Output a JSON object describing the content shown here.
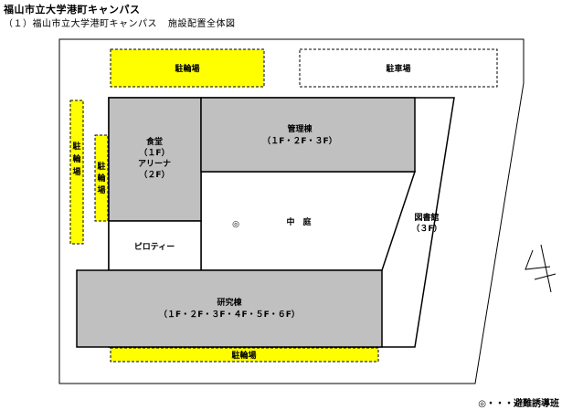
{
  "header": {
    "title": "福山市立大学港町キャンパス",
    "subtitle_prefix": "（１）福山市立大学港町キャンパス",
    "subtitle_suffix": "施設配置全体図"
  },
  "legend": {
    "text": "◎・・・避難誘導班"
  },
  "colors": {
    "parking": "#ffff00",
    "building_gray": "#c0c0c0",
    "outline": "#000000"
  },
  "map": {
    "parking_top_left": "駐輪場",
    "parking_top_right": "駐車場",
    "parking_left_outer": [
      "駐",
      "輪",
      "場"
    ],
    "parking_left_inner": [
      "駐",
      "輪",
      "場"
    ],
    "parking_bottom": "駐輪場",
    "cafeteria": [
      "食堂",
      "（１F）",
      "アリーナ",
      "（２F）"
    ],
    "admin": [
      "管理棟",
      "（１F・２F・３F）"
    ],
    "courtyard_marker": "◎",
    "courtyard": "中　庭",
    "pilotis": "ピロティー",
    "library": [
      "図書館",
      "（３F）"
    ],
    "research": [
      "研究棟",
      "（１F・２F・３F・４F・５F・６F）"
    ]
  }
}
